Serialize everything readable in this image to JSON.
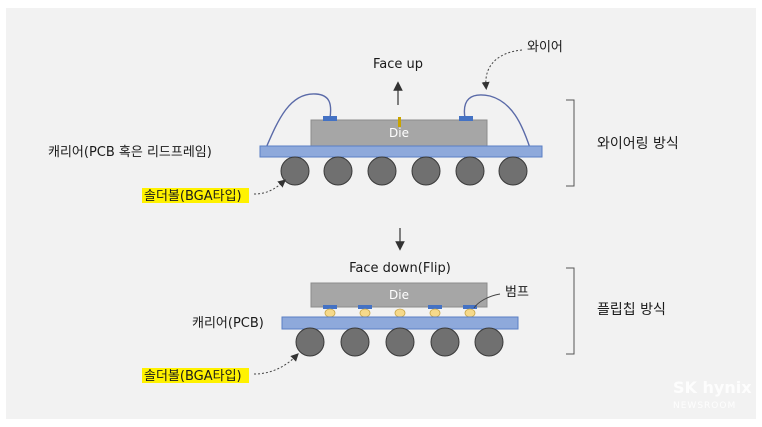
{
  "top": {
    "face_label": "Face up",
    "die_label": "Die",
    "wire_label": "와이어",
    "carrier_label": "캐리어(PCB 혹은 리드프레임)",
    "solder_label": "솔더볼(BGA타입)",
    "method_label": "와이어링 방식"
  },
  "bottom": {
    "face_label": "Face down(Flip)",
    "die_label": "Die",
    "bump_label": "범프",
    "carrier_label": "캐리어(PCB)",
    "solder_label": "솔더볼(BGA타입)",
    "method_label": "플립칩 방식"
  },
  "brand": {
    "logo": "SK hynix",
    "sub": "NEWSROOM"
  },
  "colors": {
    "panel": "#f2f2f2",
    "die": "#a6a6a6",
    "die_edge": "#8c8c8c",
    "carrier": "#8ea9db",
    "carrier_edge": "#5b7fc4",
    "ball": "#707070",
    "ball_edge": "#3a3a3a",
    "pad": "#4472c4",
    "wire": "#5a6aa8",
    "bump": "#f6d98a",
    "highlight": "#fff200"
  }
}
